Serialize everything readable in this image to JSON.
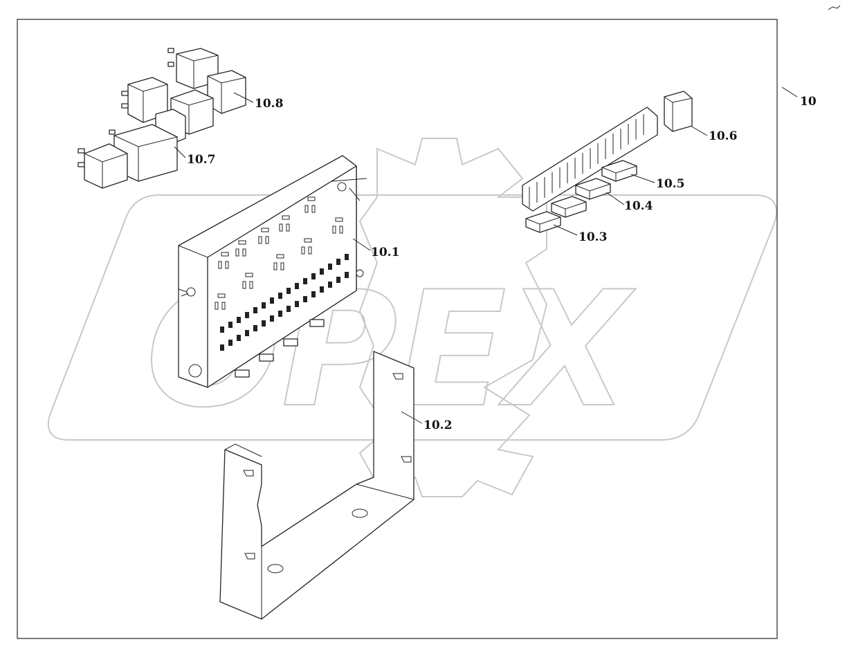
{
  "watermark": {
    "text": "OPEX",
    "color": "#c8c8c8"
  },
  "callouts": {
    "assembly": "10",
    "fuse_block": "10.1",
    "bracket": "10.2",
    "fuse_a": "10.3",
    "fuse_b": "10.4",
    "fuse_c": "10.5",
    "fuse_strip_cover": "10.6",
    "relay_large": "10.7",
    "relay_group": "10.8"
  },
  "colors": {
    "line": "#222222",
    "watermark": "#c8c8c8",
    "background": "#ffffff"
  }
}
